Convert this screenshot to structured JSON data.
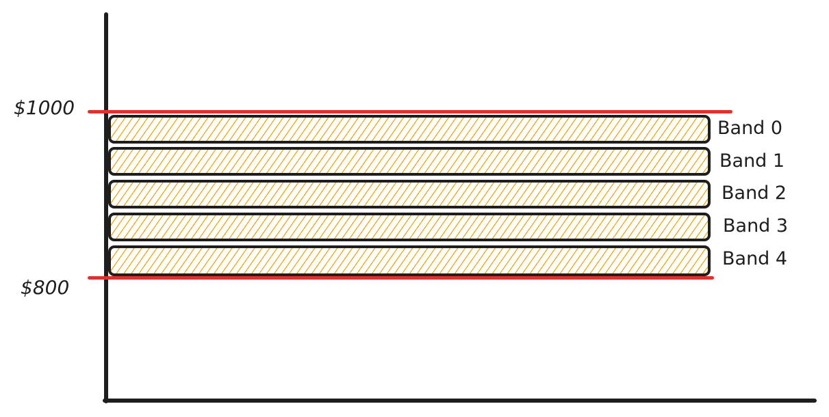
{
  "chart_data": {
    "type": "diagram",
    "title": "",
    "description": "Price range between $800 and $1000 divided into 5 equal bands",
    "y_axis_labels": [
      {
        "label": "$1000",
        "value": 1000
      },
      {
        "label": "$800",
        "value": 800
      }
    ],
    "bands": [
      {
        "name": "Band 0",
        "low": 960,
        "high": 1000
      },
      {
        "name": "Band 1",
        "low": 920,
        "high": 960
      },
      {
        "name": "Band 2",
        "low": 880,
        "high": 920
      },
      {
        "name": "Band 3",
        "low": 840,
        "high": 880
      },
      {
        "name": "Band 4",
        "low": 800,
        "high": 840
      }
    ],
    "range": [
      800,
      1000
    ],
    "band_count": 5
  },
  "labels": {
    "upper_price": "$1000",
    "lower_price": "$800"
  },
  "bands": [
    {
      "label": "Band 0"
    },
    {
      "label": "Band 1"
    },
    {
      "label": "Band 2"
    },
    {
      "label": "Band 3"
    },
    {
      "label": "Band 4"
    }
  ],
  "colors": {
    "axis": "#1e1e1e",
    "price_line": "#e03131",
    "band_hatch": "#f5a70c",
    "band_border": "#1e1e1e"
  }
}
